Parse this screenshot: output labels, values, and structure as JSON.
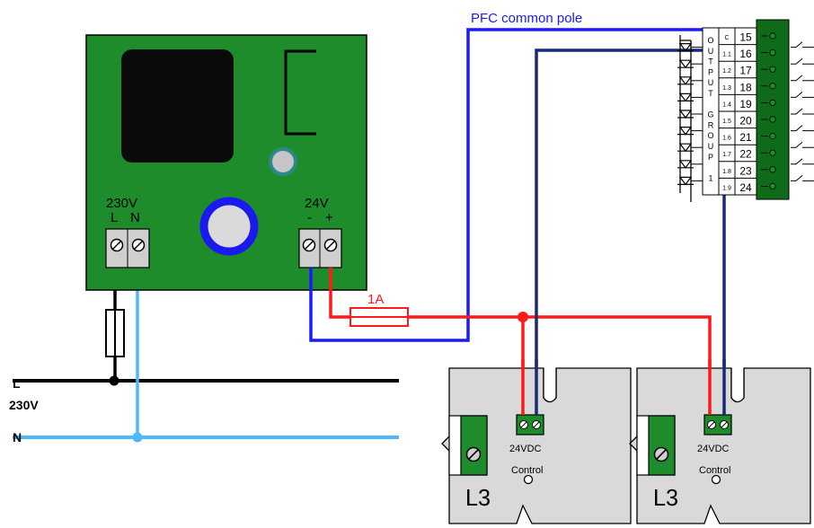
{
  "power_supply": {
    "input_voltage": "230V",
    "input_l": "L",
    "input_n": "N",
    "output_voltage": "24V",
    "output_minus": "-",
    "output_plus": "+"
  },
  "fuse": {
    "rating": "1A"
  },
  "pfc_label": "PFC common pole",
  "mains": {
    "l": "L",
    "voltage": "230V",
    "n": "N"
  },
  "output_group": {
    "letters": [
      "O",
      "U",
      "T",
      "P",
      "U",
      "T",
      "",
      "G",
      "R",
      "O",
      "U",
      "P",
      "",
      "1"
    ],
    "common": "C",
    "indices": [
      "1.1",
      "1.2",
      "1.3",
      "1.4",
      "1.5",
      "1.6",
      "1.7",
      "1.8",
      "1.9"
    ],
    "terminals": [
      "15",
      "16",
      "17",
      "18",
      "19",
      "20",
      "21",
      "22",
      "23",
      "24"
    ]
  },
  "loads": [
    {
      "label": "L3",
      "control_voltage": "24VDC",
      "control_label": "Control"
    },
    {
      "label": "L3",
      "control_voltage": "24VDC",
      "control_label": "Control"
    }
  ],
  "colors": {
    "board_green": "#1e8c2a",
    "dark_green": "#0f6b1a",
    "wire_red": "#ff1a1a",
    "wire_blue": "#1a1aff",
    "wire_navy": "#1a2a7a",
    "wire_light_blue": "#4db8ff",
    "load_gray": "#d9d9d9"
  }
}
